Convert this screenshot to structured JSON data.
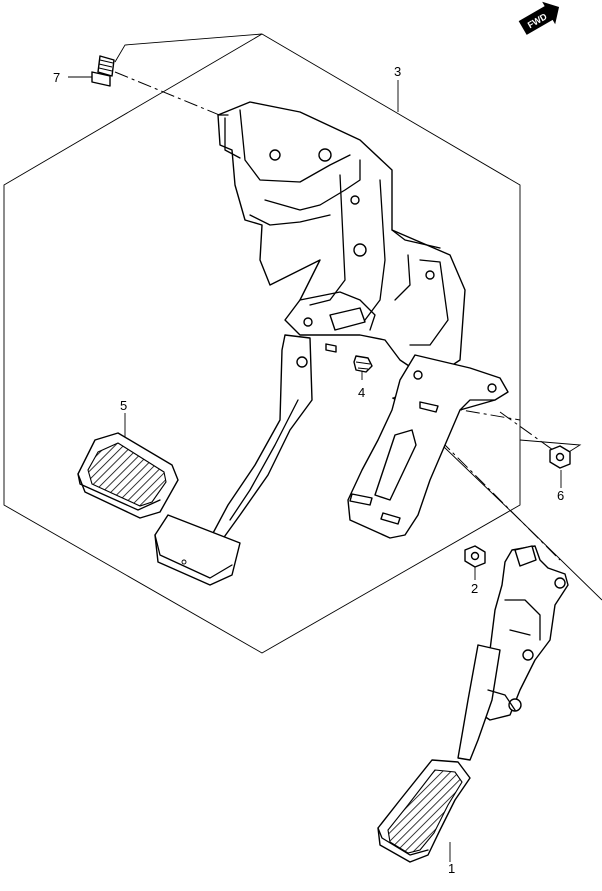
{
  "callouts": [
    {
      "id": "1",
      "text": "1"
    },
    {
      "id": "2",
      "text": "2"
    },
    {
      "id": "3",
      "text": "3"
    },
    {
      "id": "4",
      "text": "4"
    },
    {
      "id": "5",
      "text": "5"
    },
    {
      "id": "6",
      "text": "6"
    },
    {
      "id": "7",
      "text": "7"
    }
  ],
  "fwd_badge": "FWD"
}
